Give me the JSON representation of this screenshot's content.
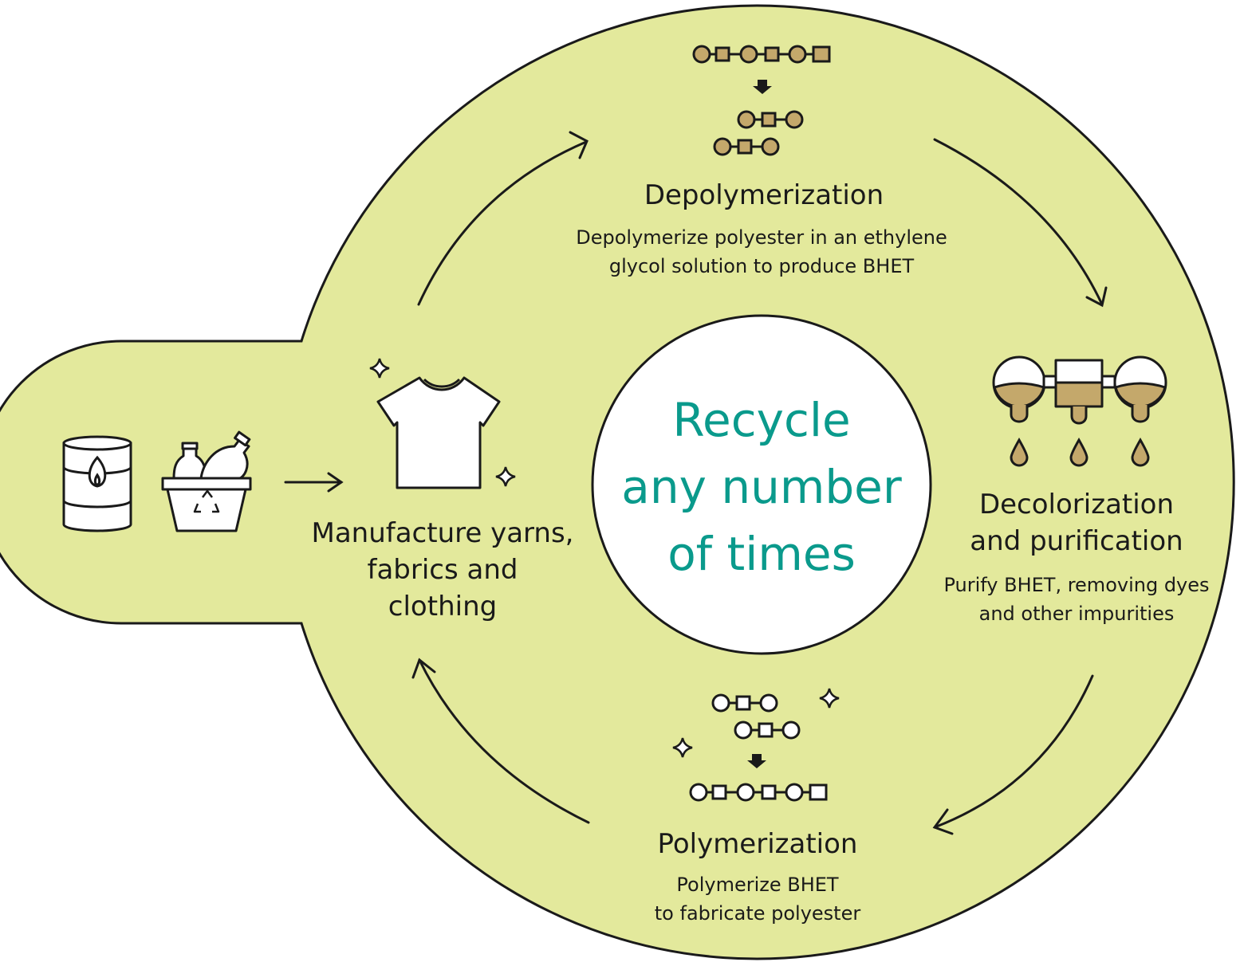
{
  "colors": {
    "background_fill": "#e3e99c",
    "outline": "#1a1a1a",
    "accent_text": "#0a9a8c",
    "molecule_fill": "#c4a86b",
    "white": "#ffffff"
  },
  "center": {
    "line1": "Recycle",
    "line2": "any number",
    "line3": "of times"
  },
  "steps": {
    "depolymerization": {
      "title": "Depolymerization",
      "desc_line1": "Depolymerize polyester in an ethylene",
      "desc_line2": "glycol solution to produce BHET"
    },
    "decolorization": {
      "title_line1": "Decolorization",
      "title_line2": "and purification",
      "desc_line1": "Purify BHET, removing dyes",
      "desc_line2": "and other impurities"
    },
    "polymerization": {
      "title": "Polymerization",
      "desc_line1": "Polymerize BHET",
      "desc_line2": "to fabricate polyester"
    },
    "manufacture": {
      "line1": "Manufacture yarns,",
      "line2": "fabrics and",
      "line3": "clothing"
    }
  },
  "icons": [
    "oil-drum-icon",
    "recycle-bin-icon",
    "tshirt-icon",
    "sparkle-icon",
    "molecule-chain-icon",
    "droplet-icon",
    "arrow-icon"
  ]
}
